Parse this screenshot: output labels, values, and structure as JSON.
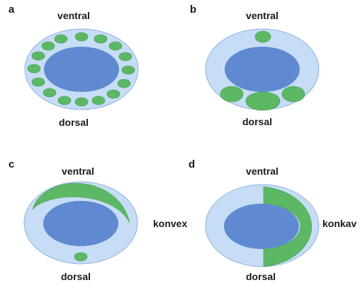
{
  "colors": {
    "outer_fill": "#c6ddf5",
    "outer_stroke": "#8fb3dd",
    "inner_fill": "#5f8ad1",
    "green_fill": "#5db866",
    "green_stroke": "#3f9a49",
    "text": "#1a1a1a"
  },
  "panels": [
    {
      "label": "a",
      "top": "ventral",
      "bottom": "dorsal",
      "side": ""
    },
    {
      "label": "b",
      "top": "ventral",
      "bottom": "dorsal",
      "side": ""
    },
    {
      "label": "c",
      "top": "ventral",
      "bottom": "dorsal",
      "side": "konvex"
    },
    {
      "label": "d",
      "top": "ventral",
      "bottom": "dorsal",
      "side": "konkav"
    }
  ]
}
